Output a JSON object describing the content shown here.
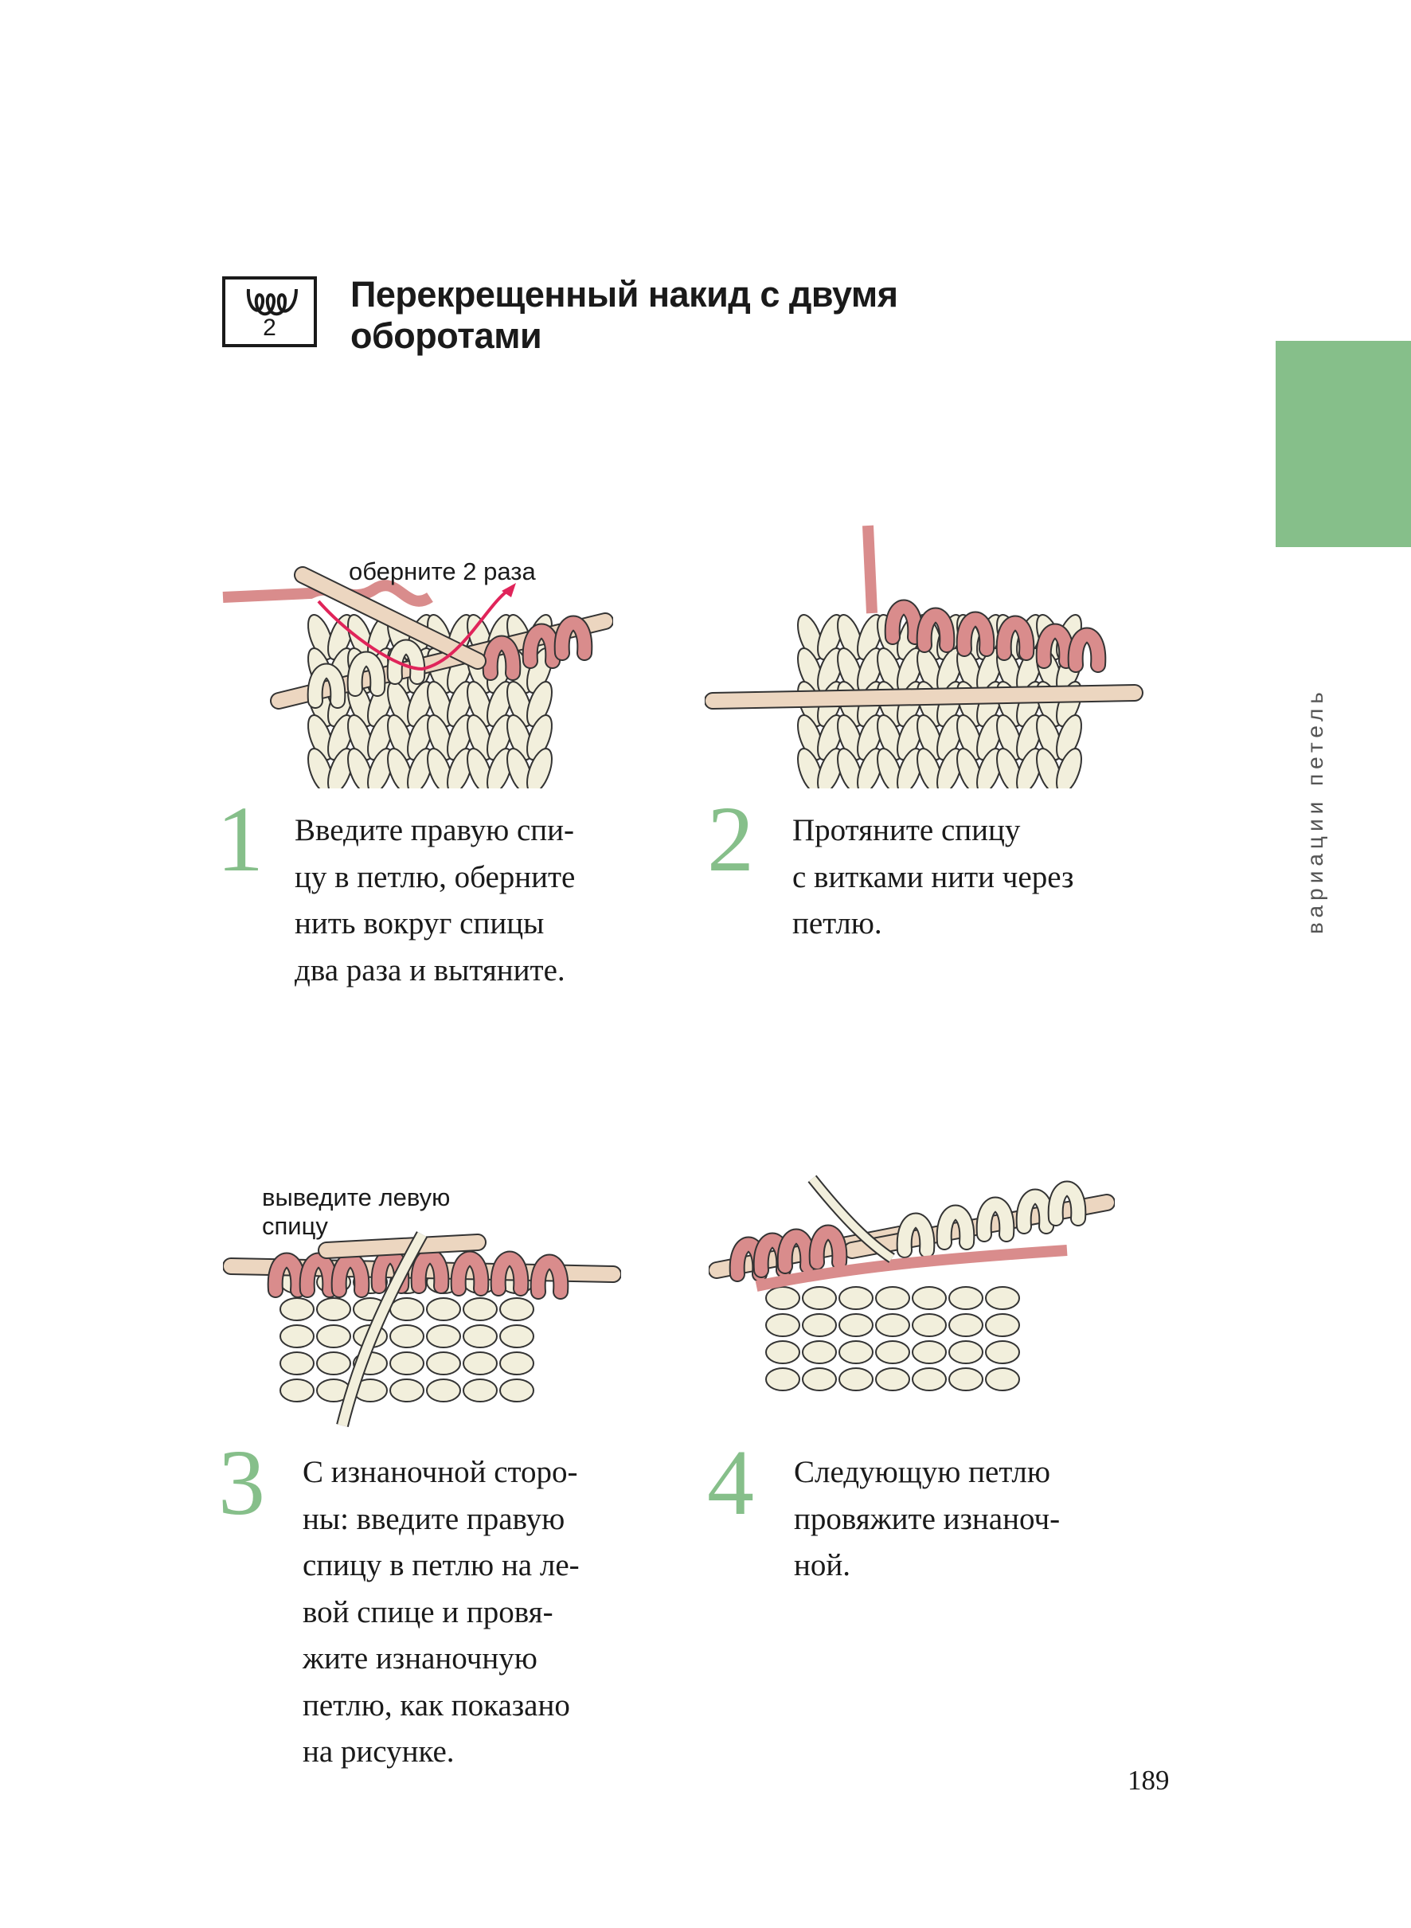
{
  "header": {
    "symbol_number": "2",
    "title": "Перекрещенный накид с двумя оборотами"
  },
  "side_tab": {
    "label": "вариации петель",
    "color": "#86bf8a"
  },
  "colors": {
    "yarn_pink": "#d98c8c",
    "yarn_cream": "#f2efdc",
    "needle": "#ecd6c0",
    "arrow": "#e0245a",
    "accent_green": "#86bf8a"
  },
  "steps": [
    {
      "number": "1",
      "label": "оберните 2 раза",
      "text": "Введите правую спи-\nцу в петлю, оберните\nнить вокруг спицы\nдва раза и вытяните."
    },
    {
      "number": "2",
      "text": "Протяните спицу\nс витками нити через\nпетлю."
    },
    {
      "number": "3",
      "label": "выведите левую\nспицу",
      "text": "С изнаночной сторо-\nны: введите правую\nспицу в петлю на ле-\nвой спице и провя-\nжите изнаночную\nпетлю, как показано\nна рисунке."
    },
    {
      "number": "4",
      "text": "Следующую петлю\nпровяжите изнаноч-\nной."
    }
  ],
  "page_number": "189"
}
